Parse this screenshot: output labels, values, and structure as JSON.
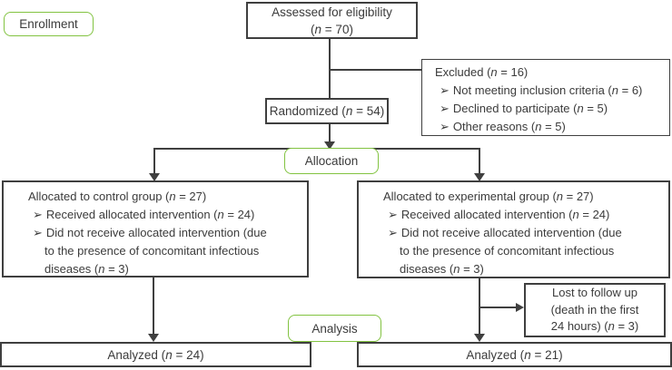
{
  "stages": {
    "enrollment": "Enrollment",
    "allocation": "Allocation",
    "analysis": "Analysis"
  },
  "bullet_glyph": "➢",
  "colors": {
    "stage_border_green": "#82c341",
    "box_border": "#3f3f3f",
    "text": "#3b3b3b",
    "background": "#ffffff"
  },
  "assessed": {
    "line1": "Assessed for eligibility",
    "line2": {
      "pre": "(",
      "n": "n",
      "post": " = 70)"
    }
  },
  "excluded": {
    "title": {
      "pre": "Excluded (",
      "n": "n",
      "post": " = 16)"
    },
    "items": [
      {
        "pre": "Not meeting inclusion criteria (",
        "n": "n",
        "post": " = 6)"
      },
      {
        "pre": "Declined to participate (",
        "n": "n",
        "post": " = 5)"
      },
      {
        "pre": "Other reasons (",
        "n": "n",
        "post": " = 5)"
      }
    ]
  },
  "randomized": {
    "pre": "Randomized (",
    "n": "n",
    "post": " = 54)"
  },
  "control": {
    "title": {
      "pre": "Allocated to control group (",
      "n": "n",
      "post": " = 27)"
    },
    "b1": {
      "pre": "Received allocated intervention (",
      "n": "n",
      "post": " = 24)"
    },
    "b2l1": {
      "pre": "Did not receive allocated intervention (due"
    },
    "b2l2": {
      "pre": "to the presence of concomitant infectious"
    },
    "b2l3": {
      "pre": "diseases (",
      "n": "n",
      "post": " = 3)"
    }
  },
  "experimental": {
    "title": {
      "pre": "Allocated to experimental group (",
      "n": "n",
      "post": " = 27)"
    },
    "b1": {
      "pre": "Received allocated intervention (",
      "n": "n",
      "post": " = 24)"
    },
    "b2l1": {
      "pre": "Did not receive allocated intervention (due"
    },
    "b2l2": {
      "pre": "to the presence of concomitant infectious"
    },
    "b2l3": {
      "pre": "diseases (",
      "n": "n",
      "post": " = 3)"
    }
  },
  "lost": {
    "l1": "Lost to follow up",
    "l2": "(death in the first",
    "l3": {
      "pre": "24 hours) (",
      "n": "n",
      "post": " = 3)"
    }
  },
  "analyzed_left": {
    "pre": "Analyzed (",
    "n": "n",
    "post": " = 24)"
  },
  "analyzed_right": {
    "pre": "Analyzed (",
    "n": "n",
    "post": " = 21)"
  }
}
